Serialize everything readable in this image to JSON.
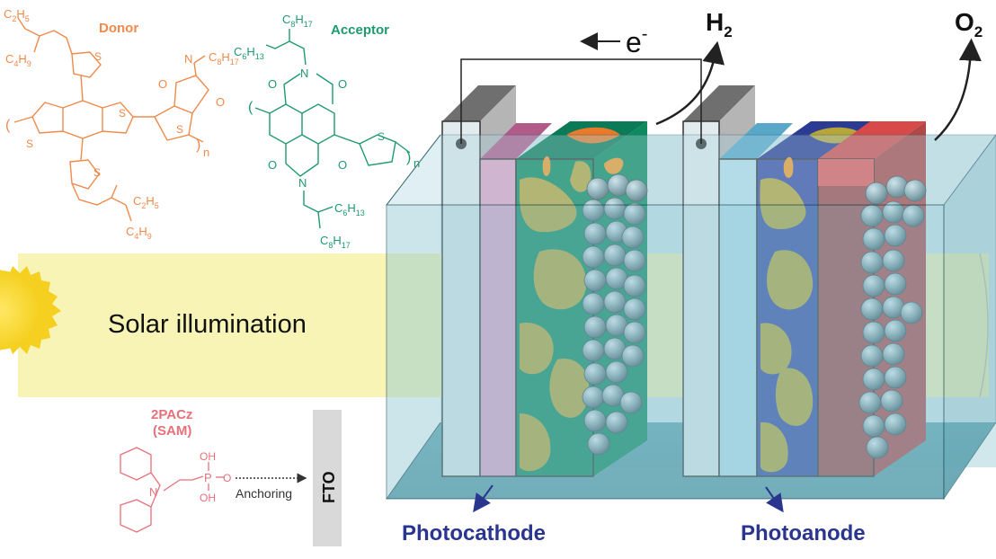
{
  "labels": {
    "donor": "Donor",
    "acceptor": "Acceptor",
    "solar": "Solar illumination",
    "electron": "e",
    "electron_sup": "-",
    "h2_main": "H",
    "h2_sub": "2",
    "o2_main": "O",
    "o2_sub": "2",
    "sam_line1": "2PACz",
    "sam_line2": "(SAM)",
    "anchoring": "Anchoring",
    "fto": "FTO",
    "photocathode": "Photocathode",
    "photoanode": "Photoanode"
  },
  "donor_groups": {
    "c2h5_top": "C",
    "c2h5_top_sub": "2",
    "c2h5_top_h": "H",
    "c2h5_top_sub2": "5",
    "c4h9_top": "C",
    "c4h9_top_sub": "4",
    "c4h9_top_h": "H",
    "c4h9_top_sub2": "9",
    "c8h17": "C",
    "c8h17_sub": "8",
    "c8h17_h": "H",
    "c8h17_sub2": "17",
    "c2h5_bot": "C",
    "c2h5_bot_sub": "2",
    "c2h5_bot_h": "H",
    "c2h5_bot_sub2": "5",
    "c4h9_bot": "C",
    "c4h9_bot_sub": "4",
    "c4h9_bot_h": "H",
    "c4h9_bot_sub2": "9",
    "s": "S",
    "n": "N",
    "o": "O",
    "repeat": "n"
  },
  "acceptor_groups": {
    "c8h17_top": "C",
    "c8h17_top_sub": "8",
    "c8h17_top_h": "H",
    "c8h17_top_sub2": "17",
    "c6h13_top": "C",
    "c6h13_top_sub": "6",
    "c6h13_top_h": "H",
    "c6h13_top_sub2": "13",
    "c6h13_bot": "C",
    "c6h13_bot_sub": "6",
    "c6h13_bot_h": "H",
    "c6h13_bot_sub2": "13",
    "c8h17_bot": "C",
    "c8h17_bot_sub": "8",
    "c8h17_bot_h": "H",
    "c8h17_bot_sub2": "17",
    "s": "S",
    "n": "N",
    "o": "O",
    "repeat": "n"
  },
  "sam_groups": {
    "oh_top": "OH",
    "p": "P",
    "o": "O",
    "oh_bot": "OH",
    "n": "N"
  },
  "colors": {
    "donor": "#f08a4b",
    "acceptor": "#1e9a6e",
    "sam": "#e8707a",
    "photo_label": "#2a3590",
    "tank": "#8fc6d4",
    "beam": "#f6f3b0"
  }
}
